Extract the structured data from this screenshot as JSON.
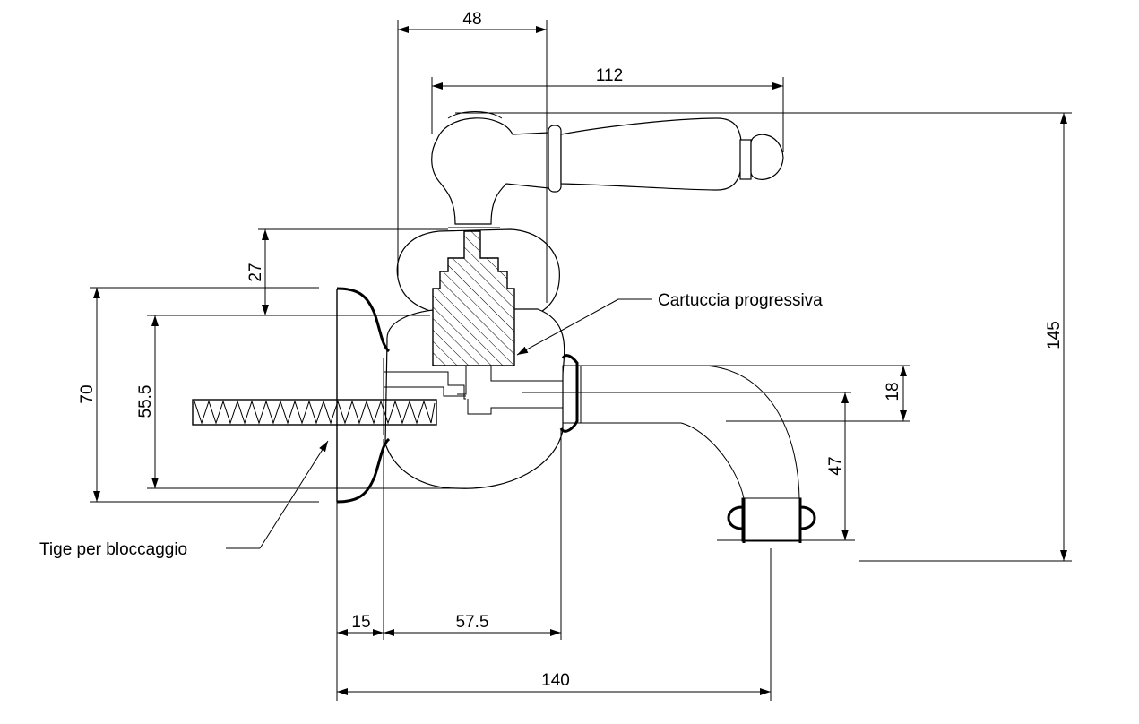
{
  "dimensions": {
    "d48": "48",
    "d112": "112",
    "d27": "27",
    "d70": "70",
    "d55_5": "55.5",
    "d145": "145",
    "d18": "18",
    "d47": "47",
    "d15": "15",
    "d57_5": "57.5",
    "d140": "140"
  },
  "labels": {
    "cartridge": "Cartuccia progressiva",
    "locking_rod": "Tige per bloccaggio"
  }
}
